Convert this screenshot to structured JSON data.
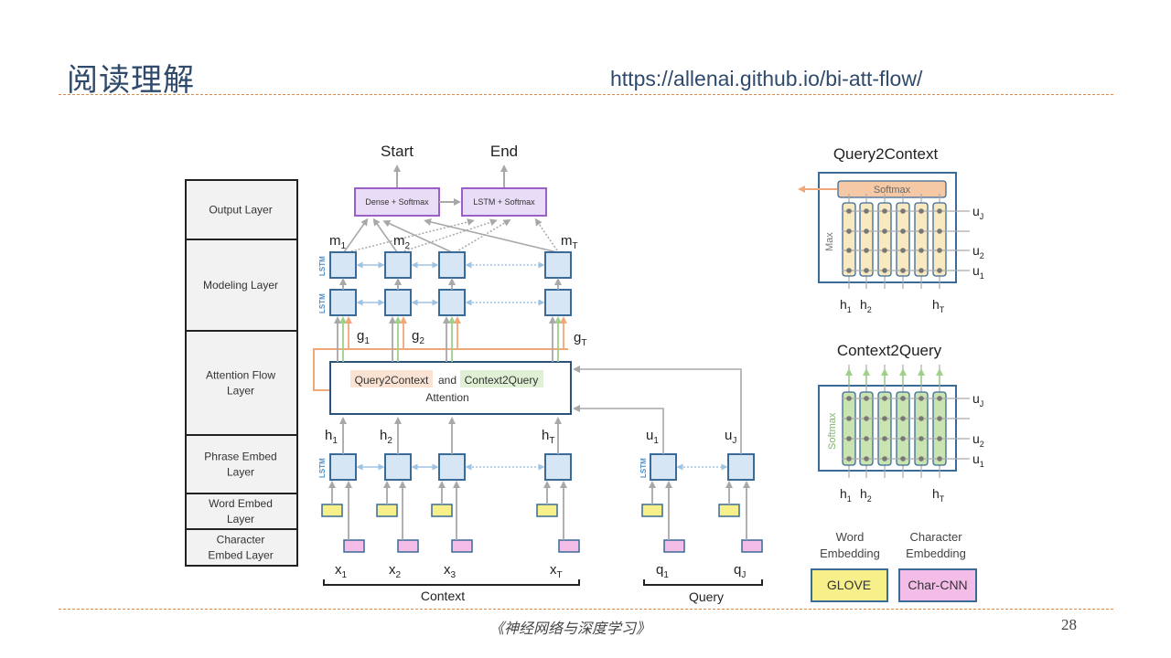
{
  "slide": {
    "title": "阅读理解",
    "url": "https://allenai.github.io/bi-att-flow/",
    "footer": "《神经网络与深度学习》",
    "page_number": "28"
  },
  "layers": [
    {
      "lines": [
        "Output  Layer"
      ]
    },
    {
      "lines": [
        "Modeling  Layer"
      ]
    },
    {
      "lines": [
        "Attention  Flow",
        "Layer"
      ]
    },
    {
      "lines": [
        "Phrase Embed",
        "Layer"
      ]
    },
    {
      "lines": [
        "Word Embed",
        "Layer"
      ]
    },
    {
      "lines": [
        "Character",
        "Embed Layer"
      ]
    }
  ],
  "output": {
    "start_label": "Start",
    "end_label": "End",
    "dense_box": "Dense  +  Softmax",
    "lstm_box": "LSTM  +  Softmax"
  },
  "modeling": {
    "m_labels": [
      {
        "base": "m",
        "sub": "1"
      },
      {
        "base": "m",
        "sub": "2"
      },
      {
        "base": "m",
        "sub": "T"
      }
    ],
    "g_labels": [
      {
        "base": "g",
        "sub": "1"
      },
      {
        "base": "g",
        "sub": "2"
      },
      {
        "base": "g",
        "sub": "T"
      }
    ],
    "lstm_tag": "LSTM"
  },
  "attention": {
    "q2c": "Query2Context",
    "and": "and",
    "c2q": "Context2Query",
    "line2": "Attention"
  },
  "context": {
    "h_labels": [
      {
        "base": "h",
        "sub": "1"
      },
      {
        "base": "h",
        "sub": "2"
      },
      {
        "base": "h",
        "sub": "T"
      }
    ],
    "x_labels": [
      {
        "base": "x",
        "sub": "1"
      },
      {
        "base": "x",
        "sub": "2"
      },
      {
        "base": "x",
        "sub": "3"
      },
      {
        "base": "x",
        "sub": "T"
      }
    ],
    "bracket_label": "Context"
  },
  "query": {
    "u_labels": [
      {
        "base": "u",
        "sub": "1"
      },
      {
        "base": "u",
        "sub": "J"
      }
    ],
    "q_labels": [
      {
        "base": "q",
        "sub": "1"
      },
      {
        "base": "q",
        "sub": "J"
      }
    ],
    "bracket_label": "Query"
  },
  "q2c_panel": {
    "title": "Query2Context",
    "softmax": "Softmax",
    "side_label": "Max",
    "u_labels": [
      {
        "base": "u",
        "sub": "J"
      },
      {
        "base": "u",
        "sub": "2"
      },
      {
        "base": "u",
        "sub": "1"
      }
    ],
    "h_labels": [
      {
        "base": "h",
        "sub": "1"
      },
      {
        "base": "h",
        "sub": "2"
      },
      {
        "base": "h",
        "sub": "T"
      }
    ]
  },
  "c2q_panel": {
    "title": "Context2Query",
    "side_label": "Softmax",
    "u_labels": [
      {
        "base": "u",
        "sub": "J"
      },
      {
        "base": "u",
        "sub": "2"
      },
      {
        "base": "u",
        "sub": "1"
      }
    ],
    "h_labels": [
      {
        "base": "h",
        "sub": "1"
      },
      {
        "base": "h",
        "sub": "2"
      },
      {
        "base": "h",
        "sub": "T"
      }
    ]
  },
  "legend": {
    "word_embedding": [
      "Word",
      "Embedding"
    ],
    "char_embedding": [
      "Character",
      "Embedding"
    ],
    "glove": "GLOVE",
    "char_cnn": "Char-CNN"
  },
  "colors": {
    "title": "#2f4a6b",
    "rule": "#d9894a",
    "lstm_fill": "#d6e6f5",
    "lstm_stroke": "#3a6a96",
    "output_fill": "#e8dcf7",
    "output_stroke": "#9b5fc8",
    "orange": "#f0a878",
    "green": "#9fd08a",
    "gray_arrow": "#a8a8a8",
    "glove_fill": "#f7ef8a",
    "charcnn_fill": "#f4bde8",
    "q2c_col_fill": "#f8e9c0",
    "c2q_col_fill": "#c9e3b1",
    "softmax_fill": "#f6c9a6"
  }
}
